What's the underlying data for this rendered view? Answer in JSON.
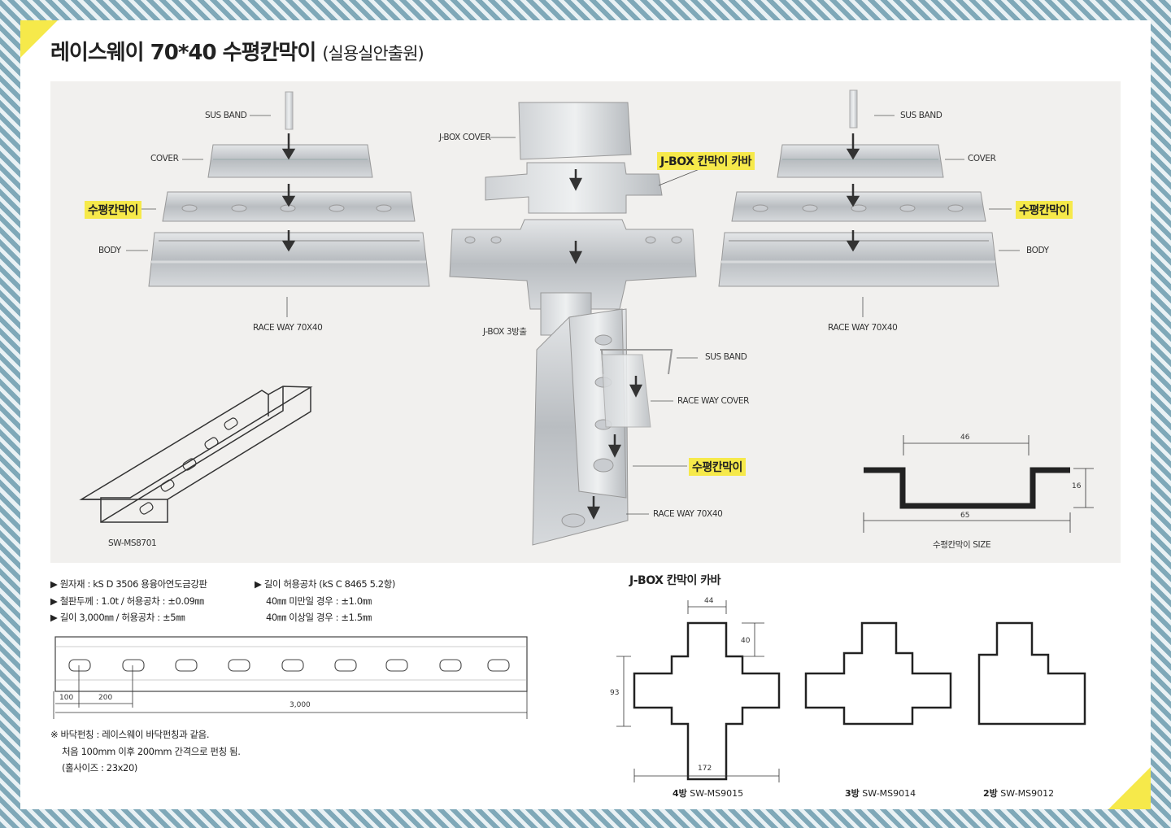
{
  "title": {
    "main": "레이스웨이 70*40 수평칸막이",
    "sub": "(실용실안출원)"
  },
  "left_assembly": {
    "sus_band": "SUS BAND",
    "cover": "COVER",
    "divider": "수평칸막이",
    "body": "BODY",
    "raceway": "RACE WAY 70X40"
  },
  "right_assembly": {
    "sus_band": "SUS BAND",
    "cover": "COVER",
    "divider": "수평칸막이",
    "body": "BODY",
    "raceway": "RACE WAY 70X40"
  },
  "center_assembly": {
    "jbox_cover": "J-BOX COVER",
    "jbox_divider_cover": "J-BOX 칸막이 카바",
    "jbox_3way": "J-BOX 3방출",
    "sus_band": "SUS BAND",
    "raceway_cover": "RACE WAY COVER",
    "divider": "수평칸막이",
    "raceway": "RACE WAY 70X40"
  },
  "model_code": "SW-MS8701",
  "size_diagram": {
    "top": "46",
    "side": "16",
    "bottom": "65",
    "caption": "수평칸막이 SIZE"
  },
  "specs": {
    "col1": [
      "▶ 원자재 : kS D 3506 용융아연도금강판",
      "▶ 철판두께 : 1.0t / 허용공차 : ±0.09㎜",
      "▶ 길이 3,000㎜ / 허용공차 : ±5㎜"
    ],
    "col2": [
      "▶ 길이 허용공차 (kS C 8465 5.2항)",
      "40㎜ 미만일 경우 : ±1.0㎜",
      "40㎜ 이상일 경우 : ±1.5㎜"
    ]
  },
  "punch_diagram": {
    "d1": "100",
    "d2": "200",
    "total": "3,000"
  },
  "note": [
    "※ 바닥펀칭 : 레이스웨이 바닥펀칭과 같음.",
    "처음 100mm 이후 200mm 간격으로 펀칭 됨.",
    "(홀사이즈 : 23x20)"
  ],
  "jbox_section": {
    "title": "J-BOX 칸막이 카바",
    "dims": {
      "w_top": "44",
      "h_top": "40",
      "h_total": "93",
      "w_total": "172"
    },
    "shapes": [
      {
        "ways": "4방",
        "code": "SW-MS9015"
      },
      {
        "ways": "3방",
        "code": "SW-MS9014"
      },
      {
        "ways": "2방",
        "code": "SW-MS9012"
      }
    ]
  },
  "colors": {
    "highlight": "#f6e94a",
    "frame_stripe": "#7fa8b8",
    "panel_bg": "#f1f0ee"
  }
}
